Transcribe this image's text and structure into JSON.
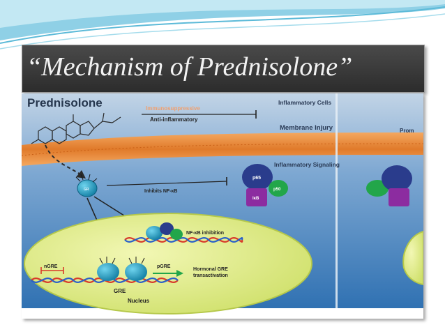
{
  "slide": {
    "title": "“Mechanism of Prednisolone”"
  },
  "diagram": {
    "drug_label": "Prednisolone",
    "immunosuppressive": "Immunosuppressive",
    "anti_inflammatory": "Anti-inflammatory",
    "inflammatory_cells": "Inflammatory Cells",
    "membrane_injury": "Membrane Injury",
    "right_partial": "Prom",
    "inflammatory_signaling": "Inflammatory Signaling",
    "inhibits_nfkb": "Inhibits NF-κB",
    "p65": "p65",
    "p50": "p50",
    "ikb": "IκB",
    "gr": "GR",
    "nfkb_inhibition": "NF-κB inhibition",
    "ngre": "nGRE",
    "pgre": "pGRE",
    "gre": "GRE",
    "hormonal_gre_line1": "Hormonal GRE",
    "hormonal_gre_line2": "transactivation",
    "nucleus": "Nucleus"
  },
  "colors": {
    "title_bar": "#333333",
    "background_top": "#bcd0e4",
    "background_bottom": "#2d6fb0",
    "membrane": "#e8883a",
    "nucleus": "#e6f08c",
    "receptor": "#1e9ec4",
    "p65_protein": "#2a3c8c",
    "p50_protein": "#22a64a",
    "ikb_protein": "#8c2ca0"
  }
}
